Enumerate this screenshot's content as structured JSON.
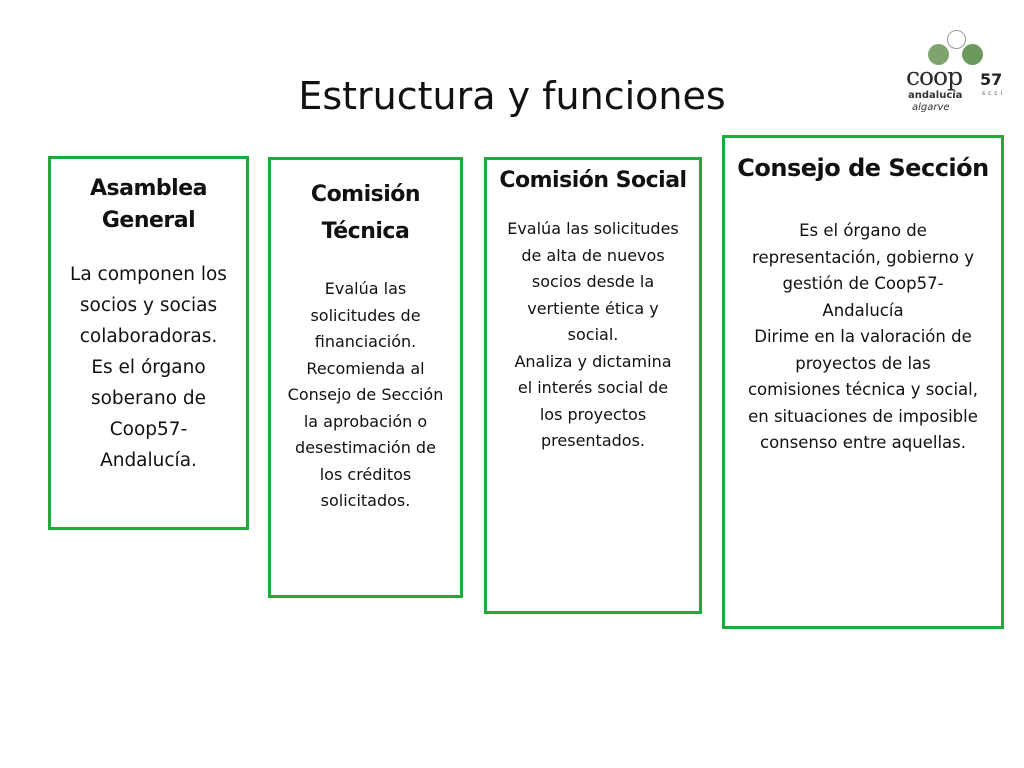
{
  "slide": {
    "title": "Estructura y funciones"
  },
  "logo": {
    "brand": "coop",
    "brand_number": "57",
    "tagline": "scci",
    "sub1": "andalucía",
    "sub2": "algarve",
    "colors": {
      "circle_left": "#7ea36f",
      "circle_right": "#6b9a5c"
    }
  },
  "boxes": [
    {
      "title": "Asamblea\nGeneral",
      "text": "La componen los\nsocios y socias\ncolaboradoras.\nEs el órgano\nsoberano de\nCoop57-\nAndalucía."
    },
    {
      "title": "Comisión\nTécnica",
      "text": "Evalúa las\nsolicitudes de\nfinanciación.\nRecomienda al\nConsejo de Sección\nla aprobación o\ndesestimación de\nlos créditos\nsolicitados."
    },
    {
      "title": "Comisión Social",
      "text": "Evalúa las solicitudes\nde alta de nuevos\nsocios desde la\nvertiente ética y\nsocial.\nAnaliza y dictamina\nel interés social de\nlos proyectos\npresentados."
    },
    {
      "title": "Consejo de Sección",
      "text": "Es el órgano de\nrepresentación, gobierno y\ngestión de Coop57-\nAndalucía\nDirime en la valoración de\nproyectos de las\ncomisiones técnica y social,\nen situaciones de imposible\nconsenso entre aquellas."
    }
  ],
  "colors": {
    "box_border": "#22a93c",
    "text": "#111111"
  }
}
